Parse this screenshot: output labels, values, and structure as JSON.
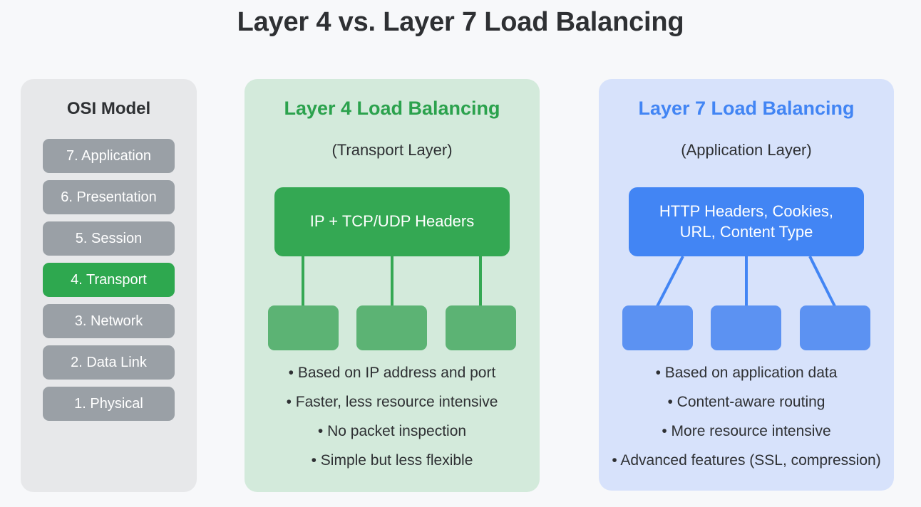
{
  "title": "Layer 4 vs. Layer 7 Load Balancing",
  "colors": {
    "page_background": "#f7f8fa",
    "title_text": "#2e3033",
    "osi_panel_background": "#e7e8ea",
    "osi_row": "#9aa0a6",
    "osi_row_highlight": "#2ea84f",
    "layer4_panel_background": "#d3eadb",
    "layer4_accent": "#2ba24d",
    "layer4_main_box": "#34a853",
    "layer4_node": "#5cb374",
    "layer7_panel_background": "#d7e2fb",
    "layer7_accent": "#4285f4",
    "layer7_main_box": "#4285f4",
    "layer7_node": "#5c92f2"
  },
  "osi": {
    "title": "OSI Model",
    "layers": [
      {
        "label": "7. Application",
        "highlighted": false
      },
      {
        "label": "6. Presentation",
        "highlighted": false
      },
      {
        "label": "5. Session",
        "highlighted": false
      },
      {
        "label": "4. Transport",
        "highlighted": true
      },
      {
        "label": "3. Network",
        "highlighted": false
      },
      {
        "label": "2. Data Link",
        "highlighted": false
      },
      {
        "label": "1. Physical",
        "highlighted": false
      }
    ]
  },
  "layer4": {
    "heading": "Layer 4 Load Balancing",
    "subheading": "(Transport Layer)",
    "main_box_label": "IP + TCP/UDP Headers",
    "connector_style": "vertical",
    "node_count": 3,
    "bullets": [
      "• Based on IP address and port",
      "• Faster, less resource intensive",
      "• No packet inspection",
      "• Simple but less flexible"
    ]
  },
  "layer7": {
    "heading": "Layer 7 Load Balancing",
    "subheading": "(Application Layer)",
    "main_box_label": "HTTP Headers, Cookies, URL, Content Type",
    "main_box_line1": "HTTP Headers, Cookies,",
    "main_box_line2": "URL, Content Type",
    "connector_style": "fan-out",
    "node_count": 3,
    "bullets": [
      "• Based on application data",
      "• Content-aware routing",
      "• More resource intensive",
      "• Advanced features (SSL, compression)"
    ]
  }
}
